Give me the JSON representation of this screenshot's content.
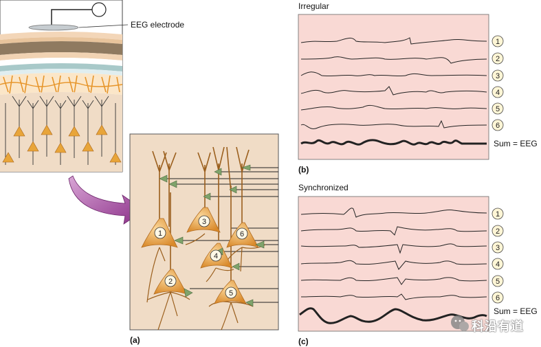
{
  "labels": {
    "electrode": "EEG electrode",
    "irregular": "Irregular",
    "synchronized": "Synchronized",
    "sum": "Sum = EEG",
    "panel_a": "(a)",
    "panel_b": "(b)",
    "panel_c": "(c)"
  },
  "neurons": [
    "1",
    "2",
    "3",
    "4",
    "5",
    "6"
  ],
  "traces_b": [
    "1",
    "2",
    "3",
    "4",
    "5",
    "6"
  ],
  "traces_c": [
    "1",
    "2",
    "3",
    "4",
    "5",
    "6"
  ],
  "watermark": {
    "text": "科沿有道"
  },
  "colors": {
    "trace_bg": "#f9d9d4",
    "cortex_bg": "#f0dcc6",
    "neuron": "#e8a53a",
    "axon_terminal": "#7fa36b",
    "arrow": "#9b3f97"
  }
}
